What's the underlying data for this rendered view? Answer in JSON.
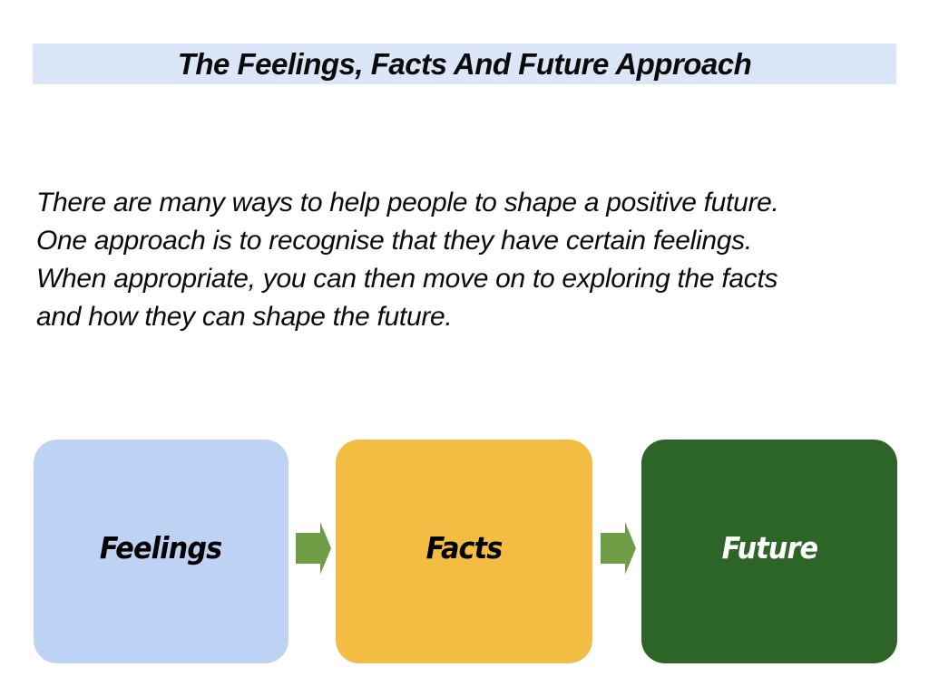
{
  "title_banner": {
    "text": "The Feelings, Facts And Future Approach",
    "bg_color": "#dbe7f8",
    "text_color": "#0a0a0a"
  },
  "intro_paragraph": {
    "lines": [
      "There are many ways to help people to shape a positive future.",
      "One approach is to recognise that they have certain feelings.",
      "When appropriate, you can then move on to exploring the facts",
      "and how they can shape the future."
    ]
  },
  "flow_diagram": {
    "direction": "left-to-right",
    "boxes": [
      {
        "label": "Feelings",
        "bg_color": "#bed3f3",
        "text_color": "#000000"
      },
      {
        "label": "Facts",
        "bg_color": "#f3bd44",
        "text_color": "#000000"
      },
      {
        "label": "Future",
        "bg_color": "#2d6428",
        "text_color": "#ffffff"
      }
    ],
    "arrows": [
      {
        "from": "Feelings",
        "to": "Facts",
        "color": "#6f9d45"
      },
      {
        "from": "Facts",
        "to": "Future",
        "color": "#6f9d45"
      }
    ]
  },
  "page": {
    "background_color": "#ffffff"
  }
}
